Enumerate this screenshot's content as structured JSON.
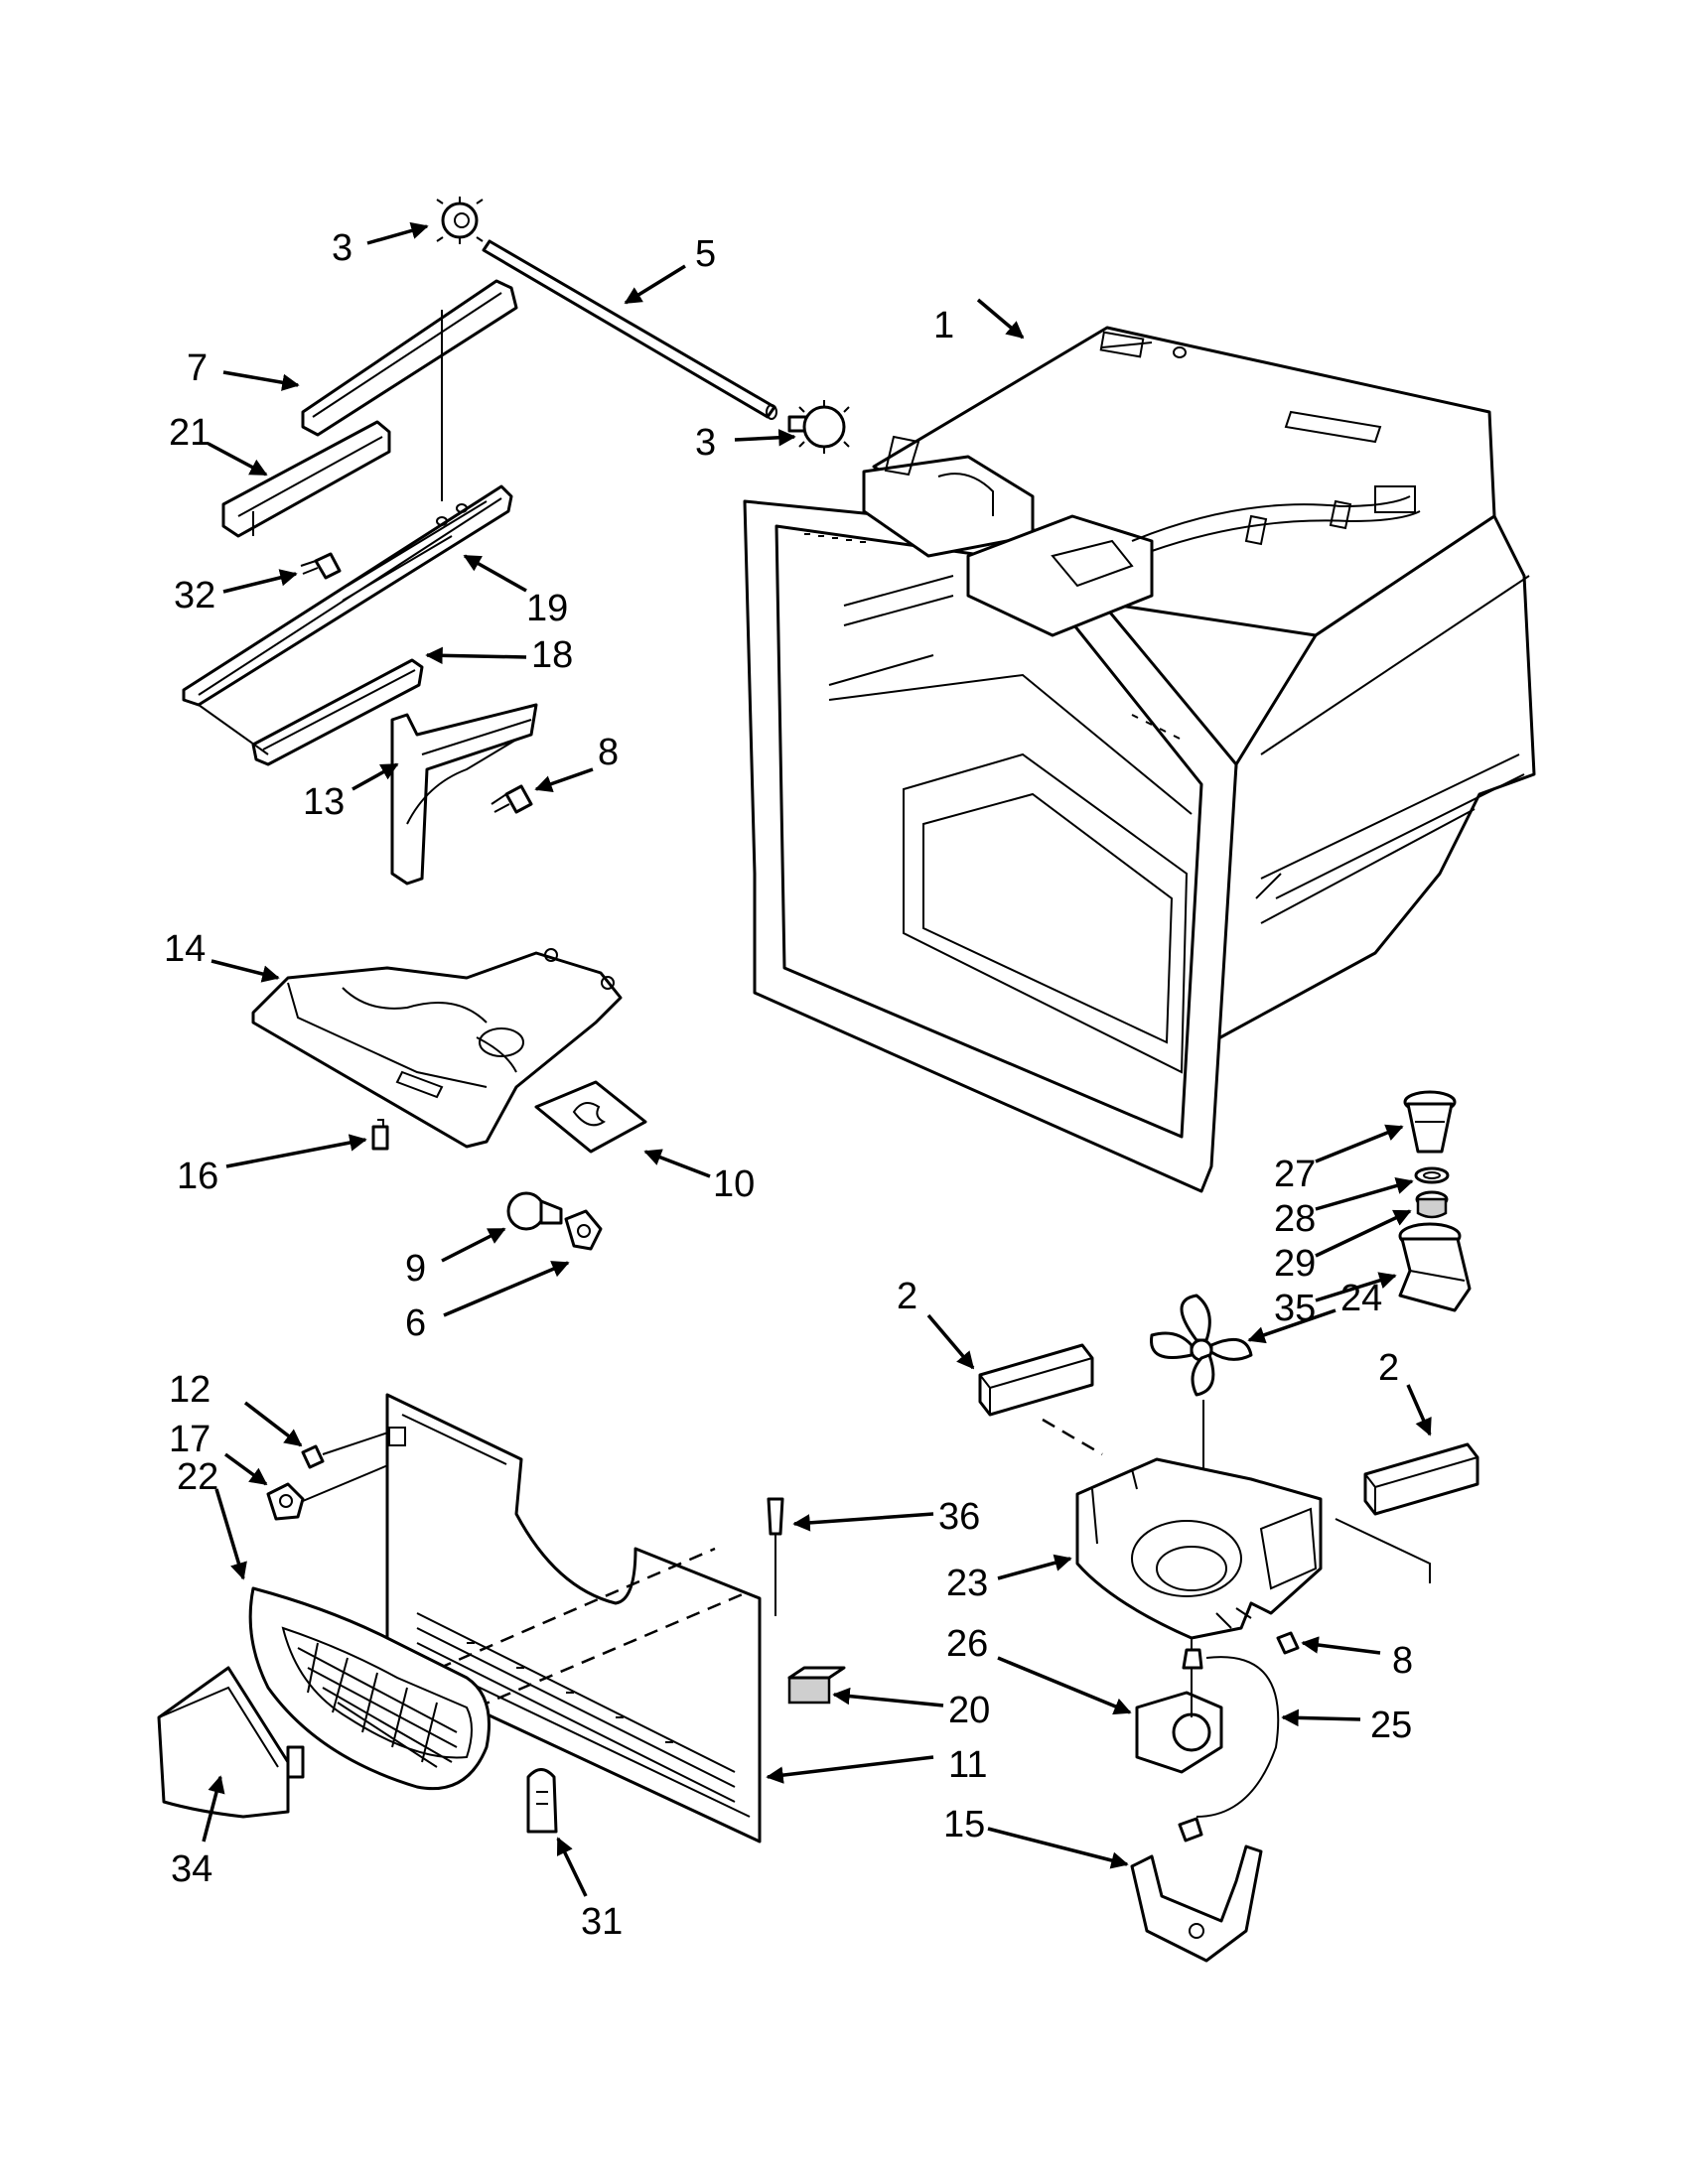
{
  "callouts": [
    {
      "id": "c1",
      "text": "1"
    },
    {
      "id": "c2a",
      "text": "2"
    },
    {
      "id": "c2b",
      "text": "2"
    },
    {
      "id": "c3a",
      "text": "3"
    },
    {
      "id": "c3b",
      "text": "3"
    },
    {
      "id": "c5",
      "text": "5"
    },
    {
      "id": "c6",
      "text": "6"
    },
    {
      "id": "c7",
      "text": "7"
    },
    {
      "id": "c8a",
      "text": "8"
    },
    {
      "id": "c8b",
      "text": "8"
    },
    {
      "id": "c9",
      "text": "9"
    },
    {
      "id": "c10",
      "text": "10"
    },
    {
      "id": "c11",
      "text": "11"
    },
    {
      "id": "c12",
      "text": "12"
    },
    {
      "id": "c13",
      "text": "13"
    },
    {
      "id": "c14",
      "text": "14"
    },
    {
      "id": "c15",
      "text": "15"
    },
    {
      "id": "c16",
      "text": "16"
    },
    {
      "id": "c17",
      "text": "17"
    },
    {
      "id": "c18",
      "text": "18"
    },
    {
      "id": "c19",
      "text": "19"
    },
    {
      "id": "c20",
      "text": "20"
    },
    {
      "id": "c21",
      "text": "21"
    },
    {
      "id": "c22",
      "text": "22"
    },
    {
      "id": "c23",
      "text": "23"
    },
    {
      "id": "c24",
      "text": "24"
    },
    {
      "id": "c25",
      "text": "25"
    },
    {
      "id": "c26",
      "text": "26"
    },
    {
      "id": "c27",
      "text": "27"
    },
    {
      "id": "c28",
      "text": "28"
    },
    {
      "id": "c29",
      "text": "29"
    },
    {
      "id": "c31",
      "text": "31"
    },
    {
      "id": "c32",
      "text": "32"
    },
    {
      "id": "c34",
      "text": "34"
    },
    {
      "id": "c35",
      "text": "35"
    },
    {
      "id": "c36",
      "text": "36"
    }
  ]
}
